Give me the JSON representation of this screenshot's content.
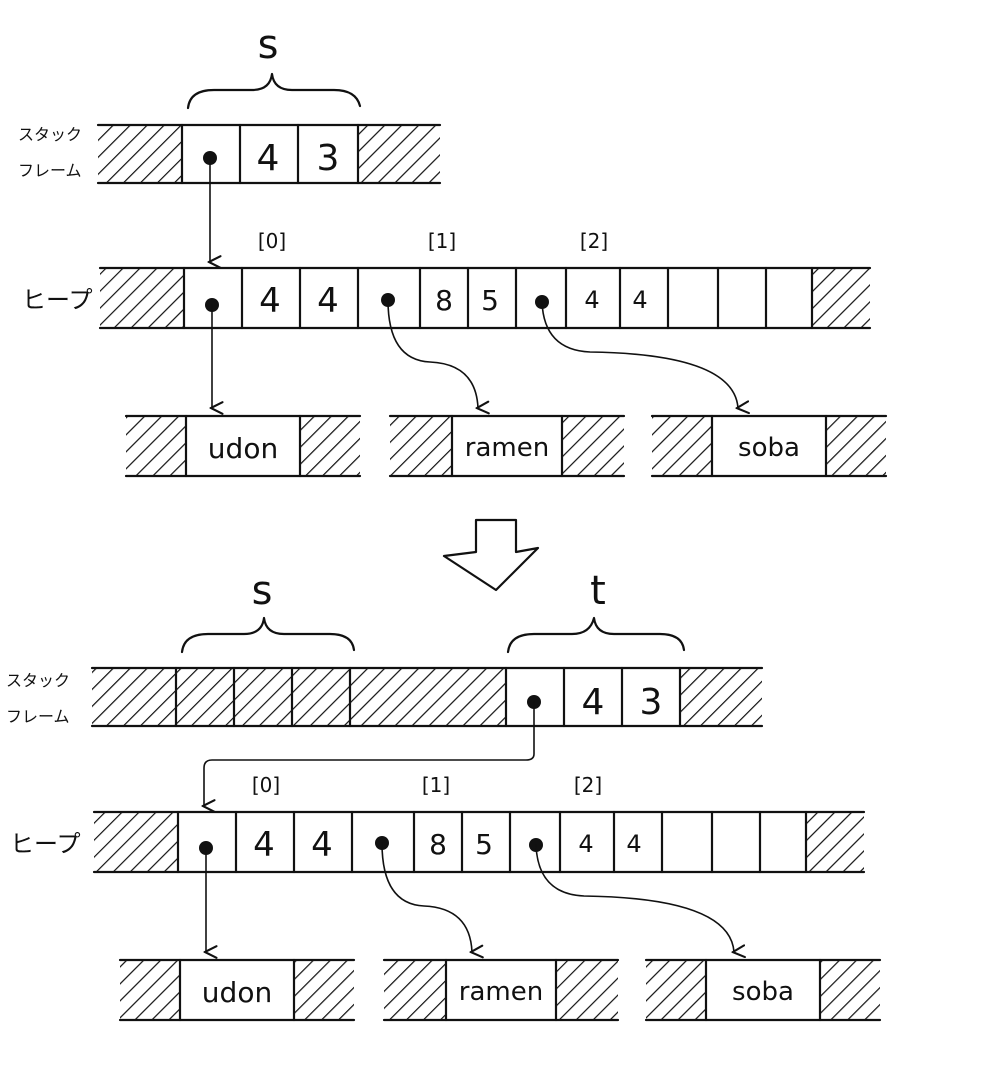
{
  "labels": {
    "stack_frame_line1": "スタック",
    "stack_frame_line2": "フレーム",
    "heap": "ヒープ"
  },
  "variables": {
    "s": "s",
    "t": "t"
  },
  "stack_values": [
    "4",
    "3"
  ],
  "index_labels": [
    "[0]",
    "[1]",
    "[2]"
  ],
  "heap_values": {
    "v0_len": "4",
    "v0_cap": "4",
    "v1_len": "8",
    "v1_cap": "5",
    "v2_len": "4",
    "v2_cap": "4"
  },
  "strings": [
    "udon",
    "ramen",
    "soba"
  ],
  "colors": {
    "ink": "#111111",
    "background": "#ffffff"
  },
  "transition_icon": "down-arrow-icon"
}
